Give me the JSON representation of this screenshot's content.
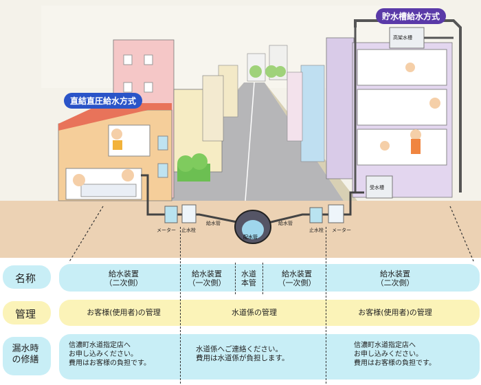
{
  "tags": {
    "left_system": "直結直圧給水方式",
    "right_system": "貯水槽給水方式"
  },
  "illustration_labels": {
    "high_tank": "高架水槽",
    "receiving_tank": "受水槽",
    "meter_left": "メーター",
    "stopcock_left": "止水栓",
    "supply_pipe_left": "給水管",
    "main_pipe": "配水管",
    "supply_pipe_right": "給水管",
    "stopcock_right": "止水栓",
    "meter_right": "メーター"
  },
  "table": {
    "row_name": {
      "header": "名称",
      "cells": [
        "給水装置\n（二次側）",
        "給水装置\n（一次側）",
        "水道\n本管",
        "給水装置\n（一次側）",
        "給水装置\n（二次側）"
      ]
    },
    "row_manage": {
      "header": "管理",
      "cells": [
        "お客様(使用者)の管理",
        "水道係の管理",
        "お客様(使用者)の管理"
      ]
    },
    "row_leak": {
      "header": "漏水時\nの修繕",
      "cells": [
        "信濃町水道指定店へ\nお申し込みください。\n費用はお客様の負担です。",
        "水道係へご連絡ください。\n費用は水道係が負担します。",
        "信濃町水道指定店へ\nお申し込みください。\n費用はお客様の負担です。"
      ]
    }
  },
  "colors": {
    "tag_blue": "#2a54c8",
    "tag_purple": "#5a3aa8",
    "row_cyan": "#c8eef6",
    "row_yellow": "#fbf3b8",
    "ground": "#ecd2b4",
    "sky": "#f2f0e6"
  }
}
